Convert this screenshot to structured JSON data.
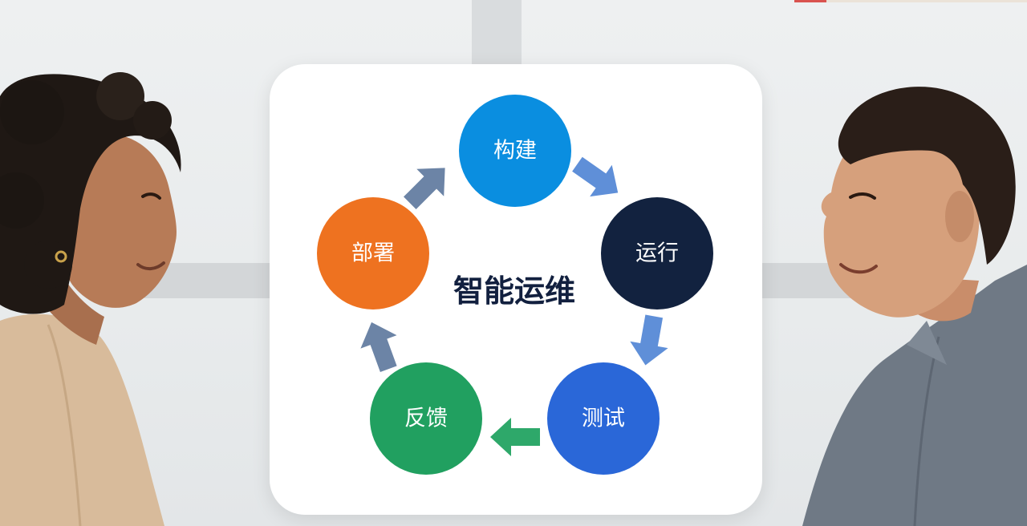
{
  "diagram": {
    "center_title": "智能运维",
    "stages": [
      {
        "id": "build",
        "label": "构建",
        "color": "#0a8ee0"
      },
      {
        "id": "run",
        "label": "运行",
        "color": "#12223f"
      },
      {
        "id": "test",
        "label": "测试",
        "color": "#2a67d8"
      },
      {
        "id": "feedback",
        "label": "反馈",
        "color": "#21a060"
      },
      {
        "id": "deploy",
        "label": "部署",
        "color": "#ee7220"
      }
    ],
    "arrows": [
      {
        "from": "build",
        "to": "run",
        "color": "#5f8fd8"
      },
      {
        "from": "run",
        "to": "test",
        "color": "#5f8fd8"
      },
      {
        "from": "test",
        "to": "feedback",
        "color": "#2ea86a"
      },
      {
        "from": "feedback",
        "to": "deploy",
        "color": "#6c84a6"
      },
      {
        "from": "deploy",
        "to": "build",
        "color": "#6c84a6"
      }
    ]
  },
  "background": {
    "card_color": "#ffffff",
    "backdrop_color": "#eceff0"
  }
}
